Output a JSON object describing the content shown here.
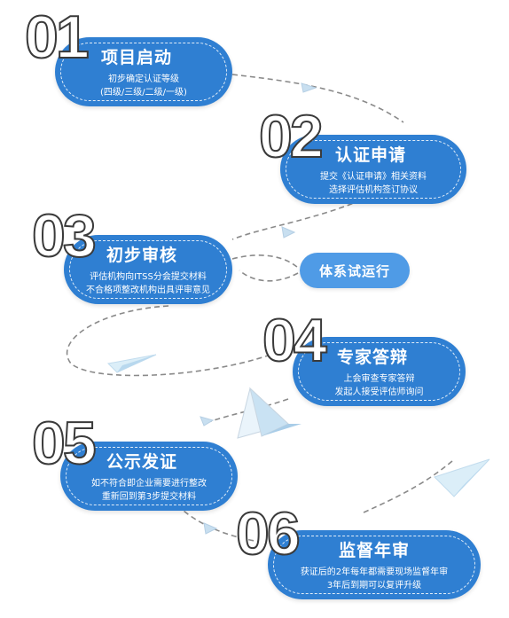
{
  "steps": [
    {
      "number": "01",
      "title": "项目启动",
      "lines": [
        "初步确定认证等级",
        "(四级/三级/二级/一级)"
      ]
    },
    {
      "number": "02",
      "title": "认证申请",
      "lines": [
        "提交《认证申请》相关资料",
        "选择评估机构签订协议"
      ]
    },
    {
      "number": "03",
      "title": "初步审核",
      "lines": [
        "评估机构向ITSS分会提交材料",
        "不合格项整改机构出具评审意见"
      ]
    },
    {
      "number": "04",
      "title": "专家答辩",
      "lines": [
        "上会审查专家答辩",
        "发起人接受评估师询问"
      ]
    },
    {
      "number": "05",
      "title": "公示发证",
      "lines": [
        "如不符合即企业需要进行整改",
        "重新回到第3步提交材料"
      ]
    },
    {
      "number": "06",
      "title": "监督年审",
      "lines": [
        "获证后的2年每年都需要现场监督年审",
        "3年后到期可以复评升级"
      ]
    }
  ],
  "side_step": {
    "label": "体系试运行"
  },
  "colors": {
    "pill": "#2f7fd2",
    "side_pill": "#4f9be6",
    "connector": "#8a8a8a",
    "plane": "#bfe0f3"
  }
}
